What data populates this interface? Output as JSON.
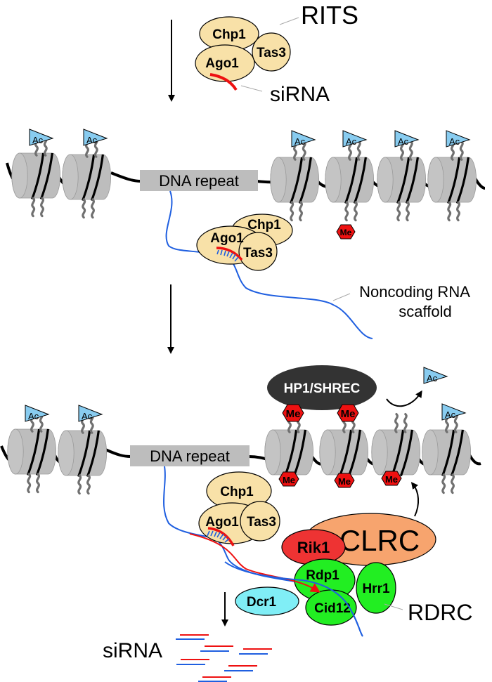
{
  "colors": {
    "protein_rits": "#f8e1a8",
    "nucleosome": "#bdbdbd",
    "acetyl": "#88ccf0",
    "methyl": "#ee1111",
    "hp1": "#333333",
    "clrc": "#f7a46e",
    "rik1": "#ee3333",
    "rdrc": "#22ee22",
    "dcr1": "#80eef6",
    "rna_blue": "#1f5fe0",
    "sirna_red": "#ee1111",
    "tail_gray": "#707070"
  },
  "panel1": {
    "complex_label": "RITS",
    "proteins": {
      "chp1": "Chp1",
      "ago1": "Ago1",
      "tas3": "Tas3"
    },
    "sirna_label": "siRNA"
  },
  "panel2": {
    "dna_repeat_label": "DNA repeat",
    "acetyl_label": "Ac",
    "methyl_label": "Me",
    "proteins": {
      "chp1": "Chp1",
      "ago1": "Ago1",
      "tas3": "Tas3"
    },
    "rna_label_line1": "Noncoding RNA",
    "rna_label_line2": "scaffold"
  },
  "panel3": {
    "dna_repeat_label": "DNA repeat",
    "acetyl_label": "Ac",
    "methyl_label": "Me",
    "hp1_label": "HP1/SHREC",
    "proteins": {
      "chp1": "Chp1",
      "ago1": "Ago1",
      "tas3": "Tas3"
    },
    "clrc_label": "CLRC",
    "rik1_label": "Rik1",
    "rdp1_label": "Rdp1",
    "hrr1_label": "Hrr1",
    "cid12_label": "Cid12",
    "dcr1_label": "Dcr1",
    "rdrc_label": "RDRC",
    "sirna_label": "siRNA"
  }
}
